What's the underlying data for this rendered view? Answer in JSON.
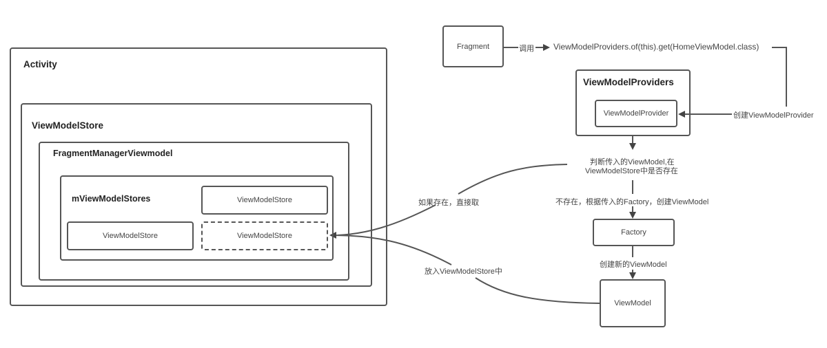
{
  "left": {
    "activity": {
      "title": "Activity"
    },
    "view_model_store": {
      "title": "ViewModelStore"
    },
    "fragment_manager_viewmodel": {
      "title": "FragmentManagerViewmodel"
    },
    "m_view_model_stores": {
      "title": "mViewModelStores",
      "stores": [
        {
          "label": "ViewModelStore",
          "style": "solid"
        },
        {
          "label": "ViewModelStore",
          "style": "solid"
        },
        {
          "label": "ViewModelStore",
          "style": "dashed"
        }
      ]
    }
  },
  "right": {
    "fragment": {
      "label": "Fragment"
    },
    "call_label": "调用",
    "call_expression": "ViewModelProviders.of(this).get(HomeViewModel.class)",
    "view_model_providers": {
      "title": "ViewModelProviders",
      "provider": "ViewModelProvider"
    },
    "create_provider_label": "创建ViewModelProvider",
    "check_text_line1": "判断传入的ViewModel,在",
    "check_text_line2": "ViewModelStore中是否存在",
    "not_exist_label": "不存在，根据传入的Factory，创建ViewModel",
    "factory": {
      "label": "Factory"
    },
    "create_new_label": "创建新的ViewModel",
    "view_model": {
      "label": "ViewModel"
    }
  },
  "edges": {
    "exists_label": "如果存在，直接取",
    "put_into_store_label": "放入ViewModelStore中"
  },
  "colors": {
    "stroke": "#555555",
    "text": "#333333",
    "background": "#ffffff"
  }
}
